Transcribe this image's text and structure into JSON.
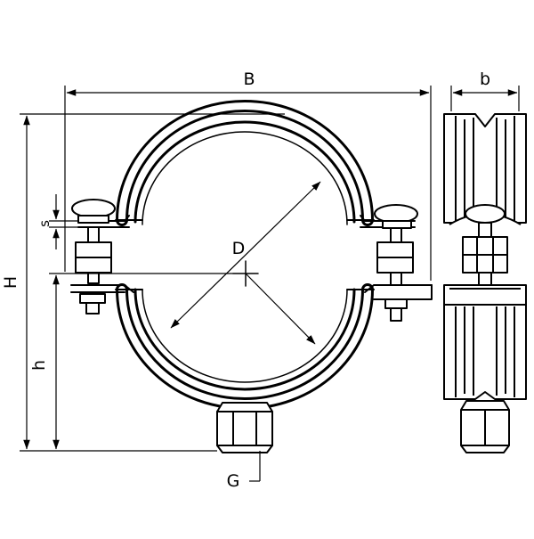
{
  "labels": {
    "B": "B",
    "b": "b",
    "H": "H",
    "h": "h",
    "s": "s",
    "D": "D",
    "G": "G"
  },
  "colors": {
    "line": "#000000",
    "fill": "#ffffff",
    "shade": "#e6e6e6"
  }
}
